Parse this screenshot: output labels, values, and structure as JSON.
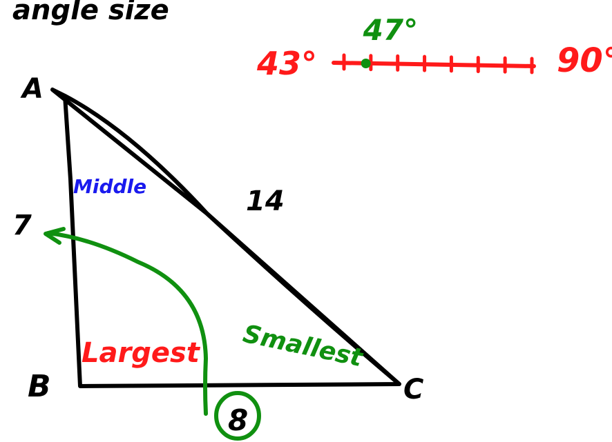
{
  "header": {
    "text": "angle size"
  },
  "number_line": {
    "left_value": "43°",
    "right_value": "90°",
    "marked_value": "47°",
    "marked_fraction": 0.085,
    "tick_count": 8
  },
  "triangle": {
    "vertices": {
      "a": "A",
      "b": "B",
      "c": "C"
    },
    "sides": {
      "ab": "7",
      "bc": "8",
      "ac": "14"
    },
    "angle_labels": {
      "a": "Middle",
      "b": "Largest",
      "c": "Smallest"
    }
  },
  "colors": {
    "ink": "#000000",
    "red": "#ff1a1a",
    "green": "#109010",
    "blue": "#1a1aee"
  }
}
